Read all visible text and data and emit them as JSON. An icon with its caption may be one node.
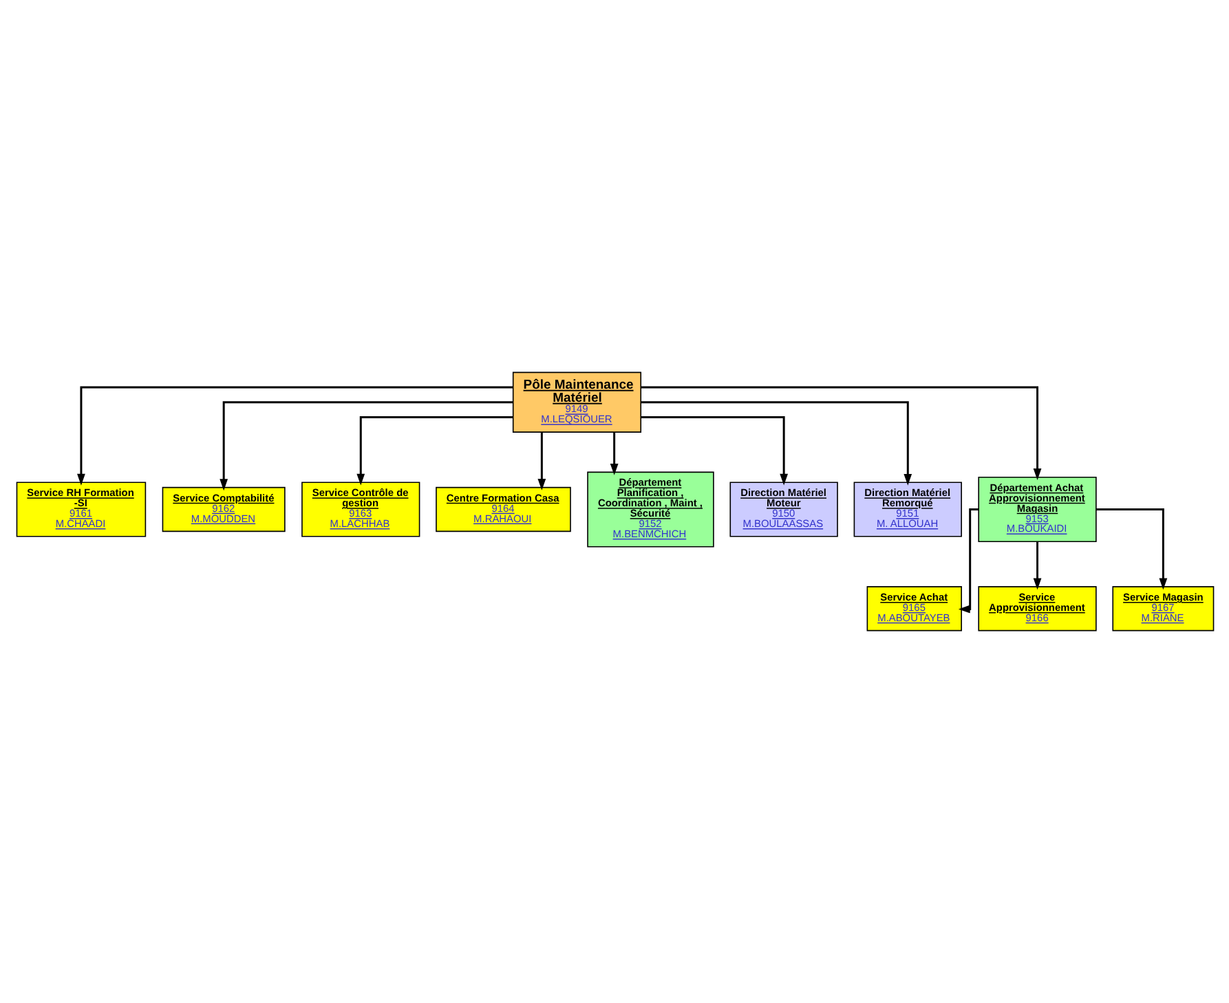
{
  "diagram": {
    "nodes": [
      {
        "text": [
          "Pôle Maintenance Matériel",
          "9149",
          "M.LEQSIOUER"
        ]
      },
      {
        "text": [
          "Service RH Formation -SI",
          "9161",
          "M.CHAADI"
        ]
      },
      {
        "text": [
          "Service Comptabilité",
          "9162",
          "M.MOUDDEN"
        ]
      },
      {
        "text": [
          "Service Contrôle de gestion",
          "9163",
          "M.LACHHAB"
        ]
      },
      {
        "text": [
          "Centre Formation Casa",
          "9164",
          "M.RAHAOUI"
        ]
      },
      {
        "text": [
          "Département Planification , Coordination , Maint , Sécurité",
          "9152",
          "M.BENMCHICH"
        ]
      },
      {
        "text": [
          "Direction Matériel Moteur",
          "9150",
          "M.BOULAASSAS"
        ]
      },
      {
        "text": [
          "Direction Matériel Remorqué",
          "9151",
          "M. ALLOUAH"
        ]
      },
      {
        "text": [
          "Département Achat Approvisionnement Magasin",
          "9153",
          "M.BOUKAIDI"
        ]
      },
      {
        "text": [
          "Service Achat",
          "9165",
          "M.ABOUTAYEB"
        ]
      },
      {
        "text": [
          "Service Approvisionnement",
          "9166"
        ]
      },
      {
        "text": [
          "Service Magasin",
          "9167",
          "M.RIANE"
        ]
      }
    ],
    "edges": [
      {
        "from": 0,
        "to": 1,
        "arrow": "to"
      },
      {
        "from": 0,
        "to": 2,
        "arrow": "to"
      },
      {
        "from": 0,
        "to": 3,
        "arrow": "to"
      },
      {
        "from": 0,
        "to": 4,
        "arrow": "to"
      },
      {
        "from": 0,
        "to": 5,
        "arrow": "to"
      },
      {
        "from": 0,
        "to": 6,
        "arrow": "to"
      },
      {
        "from": 0,
        "to": 7,
        "arrow": "to"
      },
      {
        "from": 0,
        "to": 8,
        "arrow": "to"
      },
      {
        "from": 8,
        "to": 9,
        "arrow": "to"
      },
      {
        "from": 8,
        "to": 10,
        "arrow": "to"
      },
      {
        "from": 8,
        "to": 11,
        "arrow": "to"
      }
    ]
  }
}
